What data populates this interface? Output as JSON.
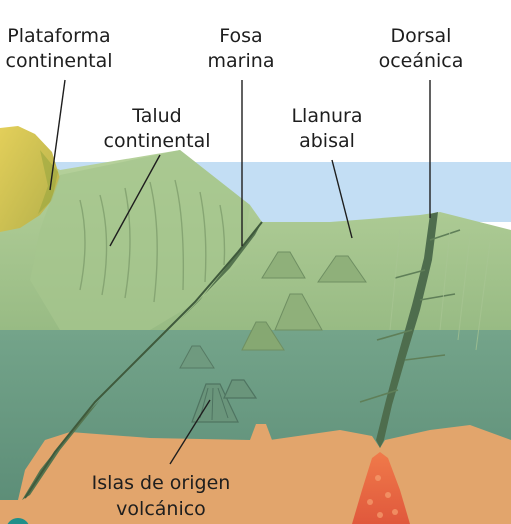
{
  "labels": {
    "plataforma_line1": "Plataforma",
    "plataforma_line2": "continental",
    "fosa_line1": "Fosa",
    "fosa_line2": "marina",
    "dorsal_line1": "Dorsal",
    "dorsal_line2": "oceánica",
    "talud_line1": "Talud",
    "talud_line2": "continental",
    "llanura_line1": "Llanura",
    "llanura_line2": "abisal",
    "islas_line1": "Islas de origen",
    "islas_line2": "volcánico"
  },
  "colors": {
    "sky": "#c3def4",
    "seafloor_light": "#b4cf98",
    "seafloor_mid": "#9cbf85",
    "water": "#6e9f86",
    "water_deep": "#5e8f7a",
    "crust": "#e2a56c",
    "magma": "#e8674a",
    "coast": "#d9c447",
    "trench_shadow": "#55744f"
  }
}
